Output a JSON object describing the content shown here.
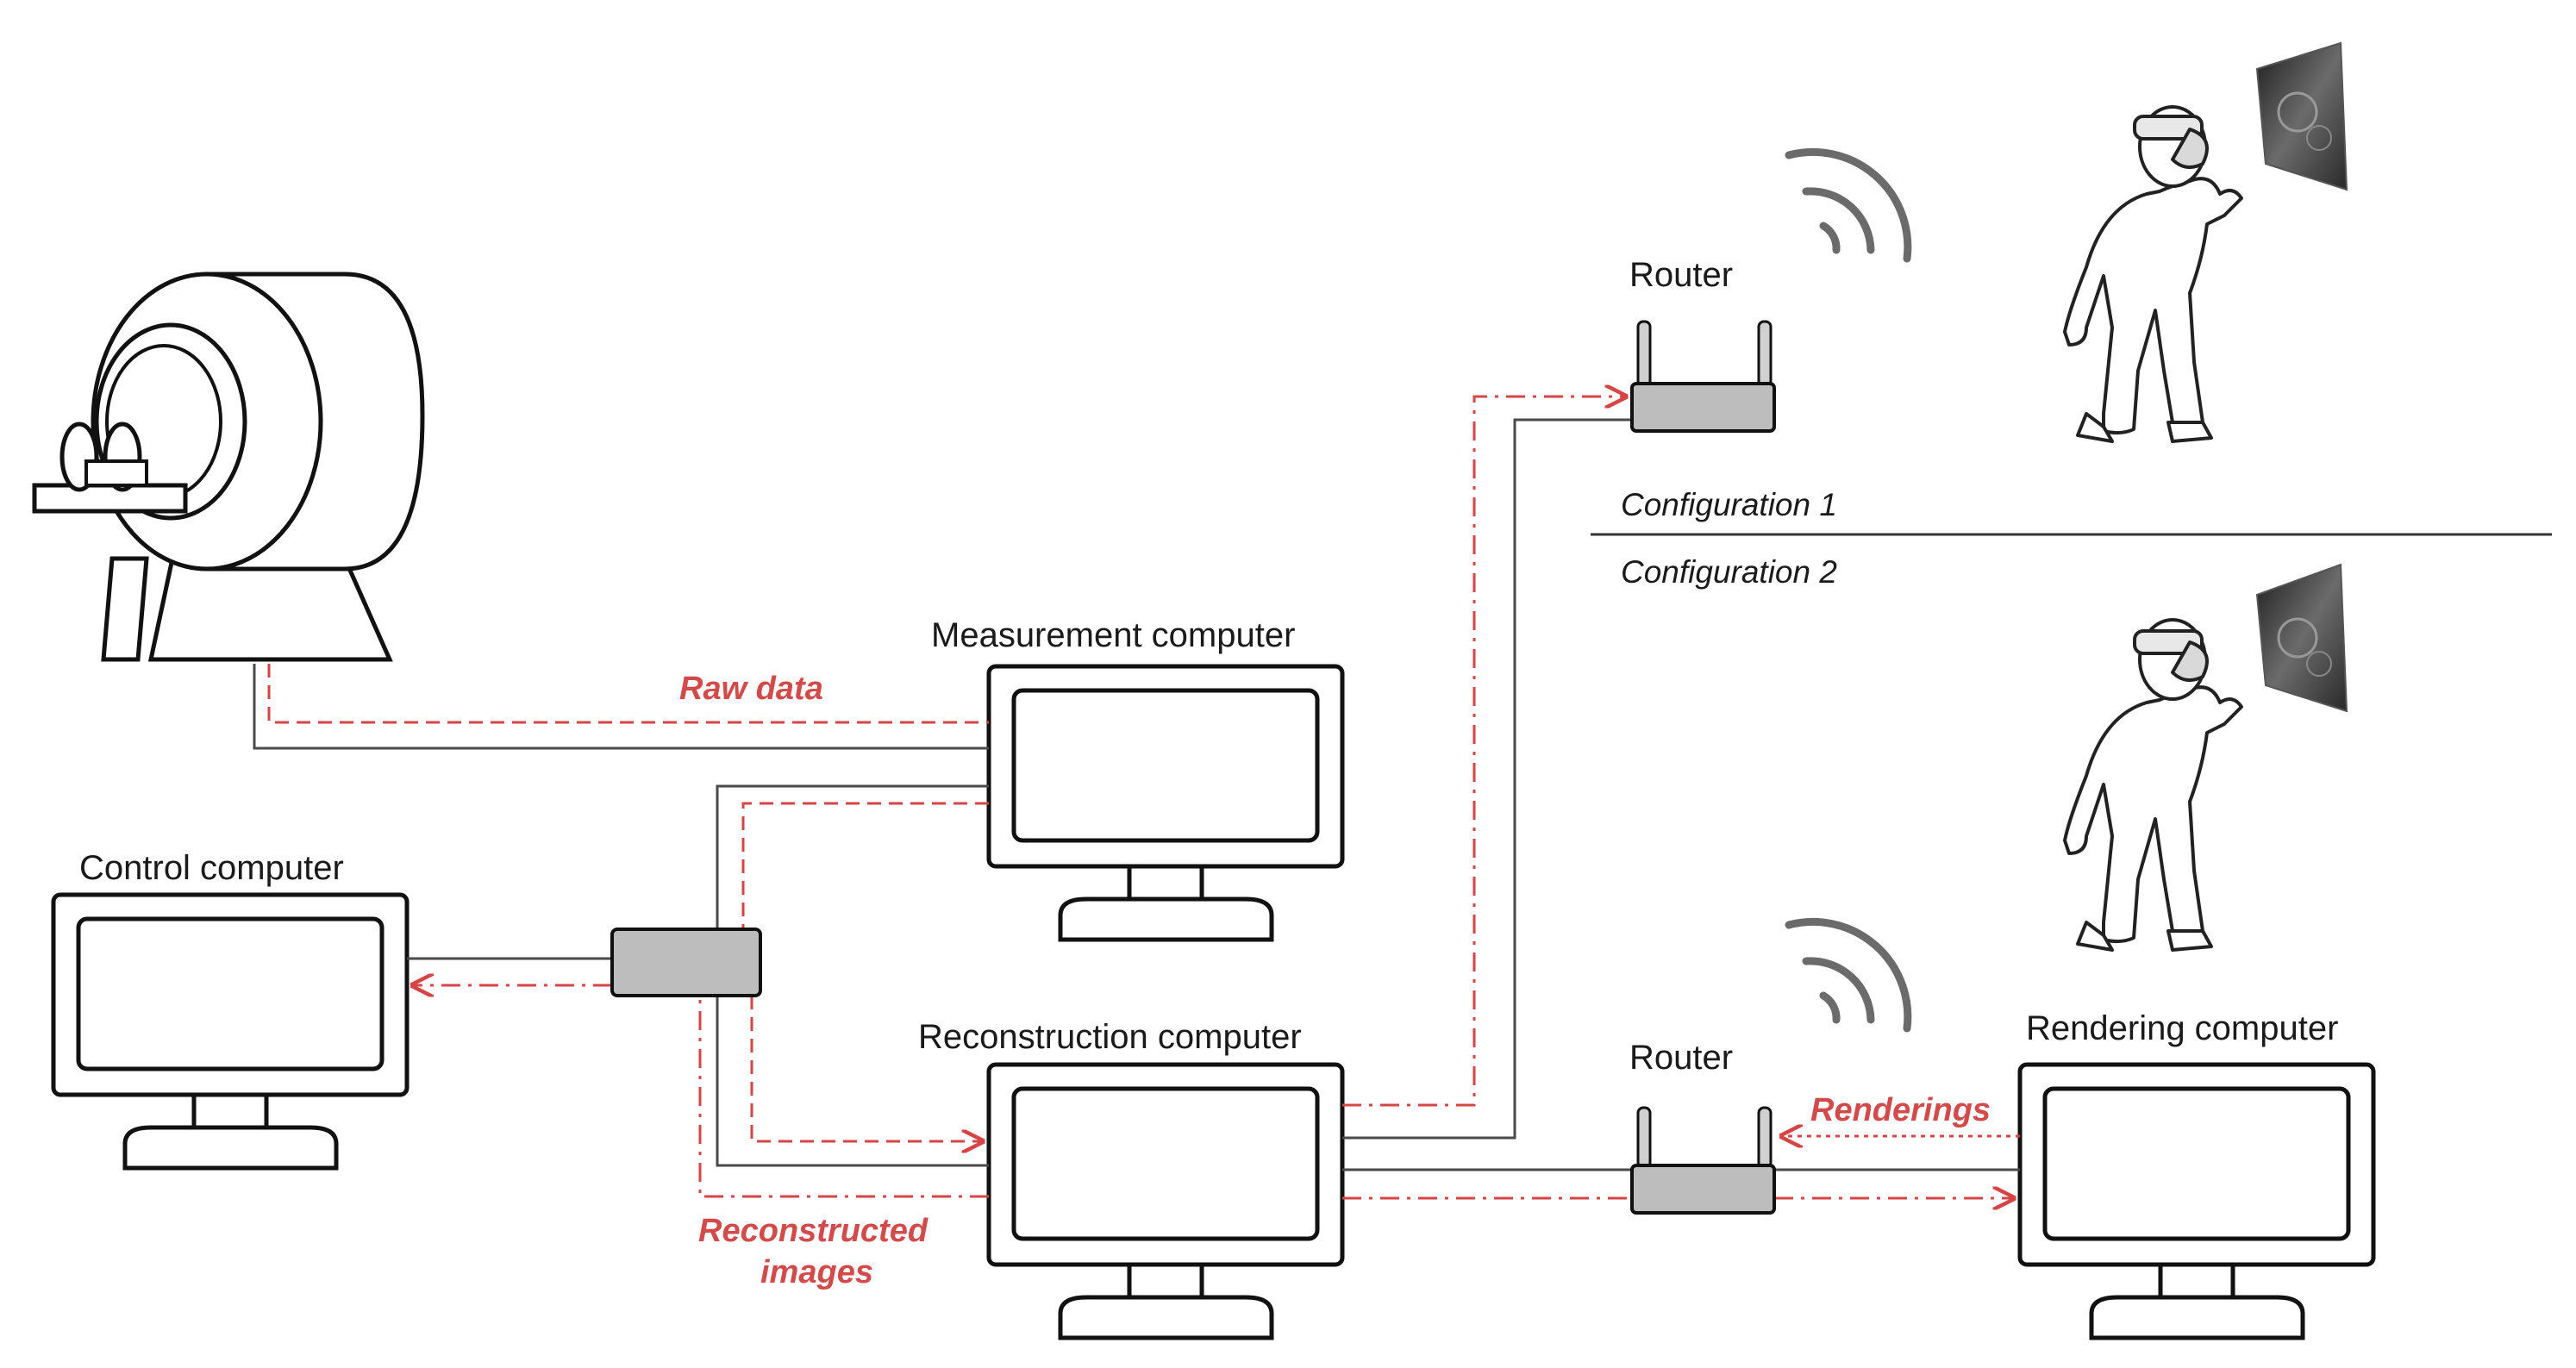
{
  "labels": {
    "measurement": "Measurement computer",
    "control": "Control computer",
    "reconstruction": "Reconstruction computer",
    "rendering": "Rendering computer",
    "router_top": "Router",
    "router_bottom": "Router",
    "config1": "Configuration 1",
    "config2": "Configuration 2"
  },
  "flows": {
    "raw_data": "Raw data",
    "reconstructed_line1": "Reconstructed",
    "reconstructed_line2": "images",
    "renderings": "Renderings"
  },
  "colors": {
    "flow_red": "#d64545",
    "cable_gray": "#4a4a4a",
    "device_fill": "#bdbdbd"
  },
  "icons": [
    "mri-scanner-icon",
    "monitor-icon",
    "network-switch-icon",
    "router-icon",
    "wifi-signal-icon",
    "person-with-headset-icon",
    "hologram-image-icon"
  ]
}
